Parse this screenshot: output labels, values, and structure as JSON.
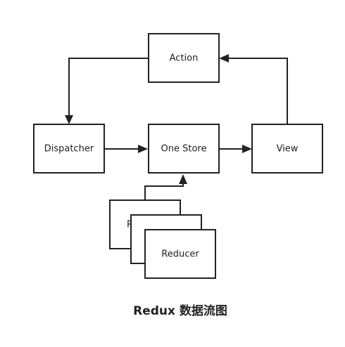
{
  "diagram": {
    "caption": "Redux 数据流图",
    "nodes": {
      "action": "Action",
      "dispatcher": "Dispatcher",
      "store": "One Store",
      "view": "View",
      "reducer_back": "R",
      "reducer_front": "Reducer"
    },
    "colors": {
      "stroke": "#222222",
      "background": "#ffffff"
    }
  }
}
